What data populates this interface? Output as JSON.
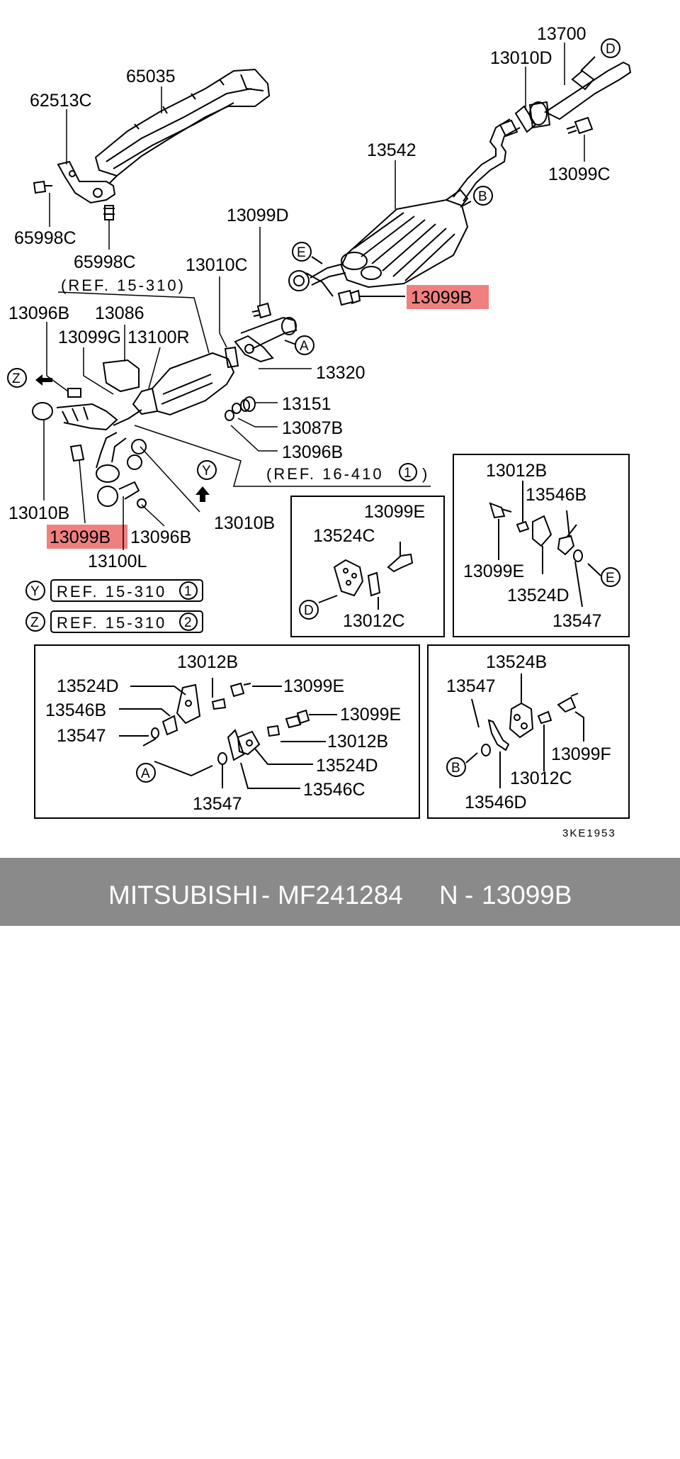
{
  "diagram": {
    "part_labels": {
      "p13700": "13700",
      "p13010D": "13010D",
      "p65035": "65035",
      "p62513C": "62513C",
      "p13542": "13542",
      "p13099C": "13099C",
      "p65998C_a": "65998C",
      "p65998C_b": "65998C",
      "p13099D": "13099D",
      "p13010C": "13010C",
      "p13099B_main": "13099B",
      "p13096B_a": "13096B",
      "p13086": "13086",
      "p13099G": "13099G",
      "p13100R": "13100R",
      "p13320": "13320",
      "p13151": "13151",
      "p13087B": "13087B",
      "p13096B_b": "13096B",
      "p13010B_a": "13010B",
      "p13099B_low": "13099B",
      "p13096B_c": "13096B",
      "p13010B_b": "13010B",
      "p13100L": "13100L"
    },
    "ref_labels": {
      "ref_15_310": "(REF. 15-310)",
      "ref_16_410": "(REF. 16-410",
      "ref_16_410_num": "1",
      "ref_close": ")",
      "y_row": "REF. 15-310",
      "y_row_num": "1",
      "z_row": "REF. 15-310",
      "z_row_num": "2"
    },
    "callouts": {
      "A": "A",
      "B": "B",
      "D": "D",
      "E": "E",
      "Y": "Y",
      "Z": "Z"
    },
    "panel_e1": {
      "p13099E": "13099E",
      "p13524C": "13524C",
      "p13012C": "13012C",
      "D": "D"
    },
    "panel_e2": {
      "p13012B": "13012B",
      "p13546B": "13546B",
      "p13099E": "13099E",
      "p13524D": "13524D",
      "p13547": "13547",
      "E": "E"
    },
    "panel_a": {
      "p13012B_a": "13012B",
      "p13524D_a": "13524D",
      "p13099E_a": "13099E",
      "p13546B": "13546B",
      "p13099E_b": "13099E",
      "p13547_a": "13547",
      "p13012B_b": "13012B",
      "p13524D_b": "13524D",
      "A": "A",
      "p13546C": "13546C",
      "p13547_b": "13547"
    },
    "panel_b": {
      "p13524B": "13524B",
      "p13547": "13547",
      "p13099F": "13099F",
      "B": "B",
      "p13012C": "13012C",
      "p13546D": "13546D"
    },
    "drawing_code": "3KE1953",
    "highlight_color": "#f08080"
  },
  "footer": {
    "brand": "MITSUBISHI",
    "sep1": "-",
    "part_number": "MF241284",
    "n_label": "N",
    "sep2": "-",
    "ref_number": "13099B"
  }
}
